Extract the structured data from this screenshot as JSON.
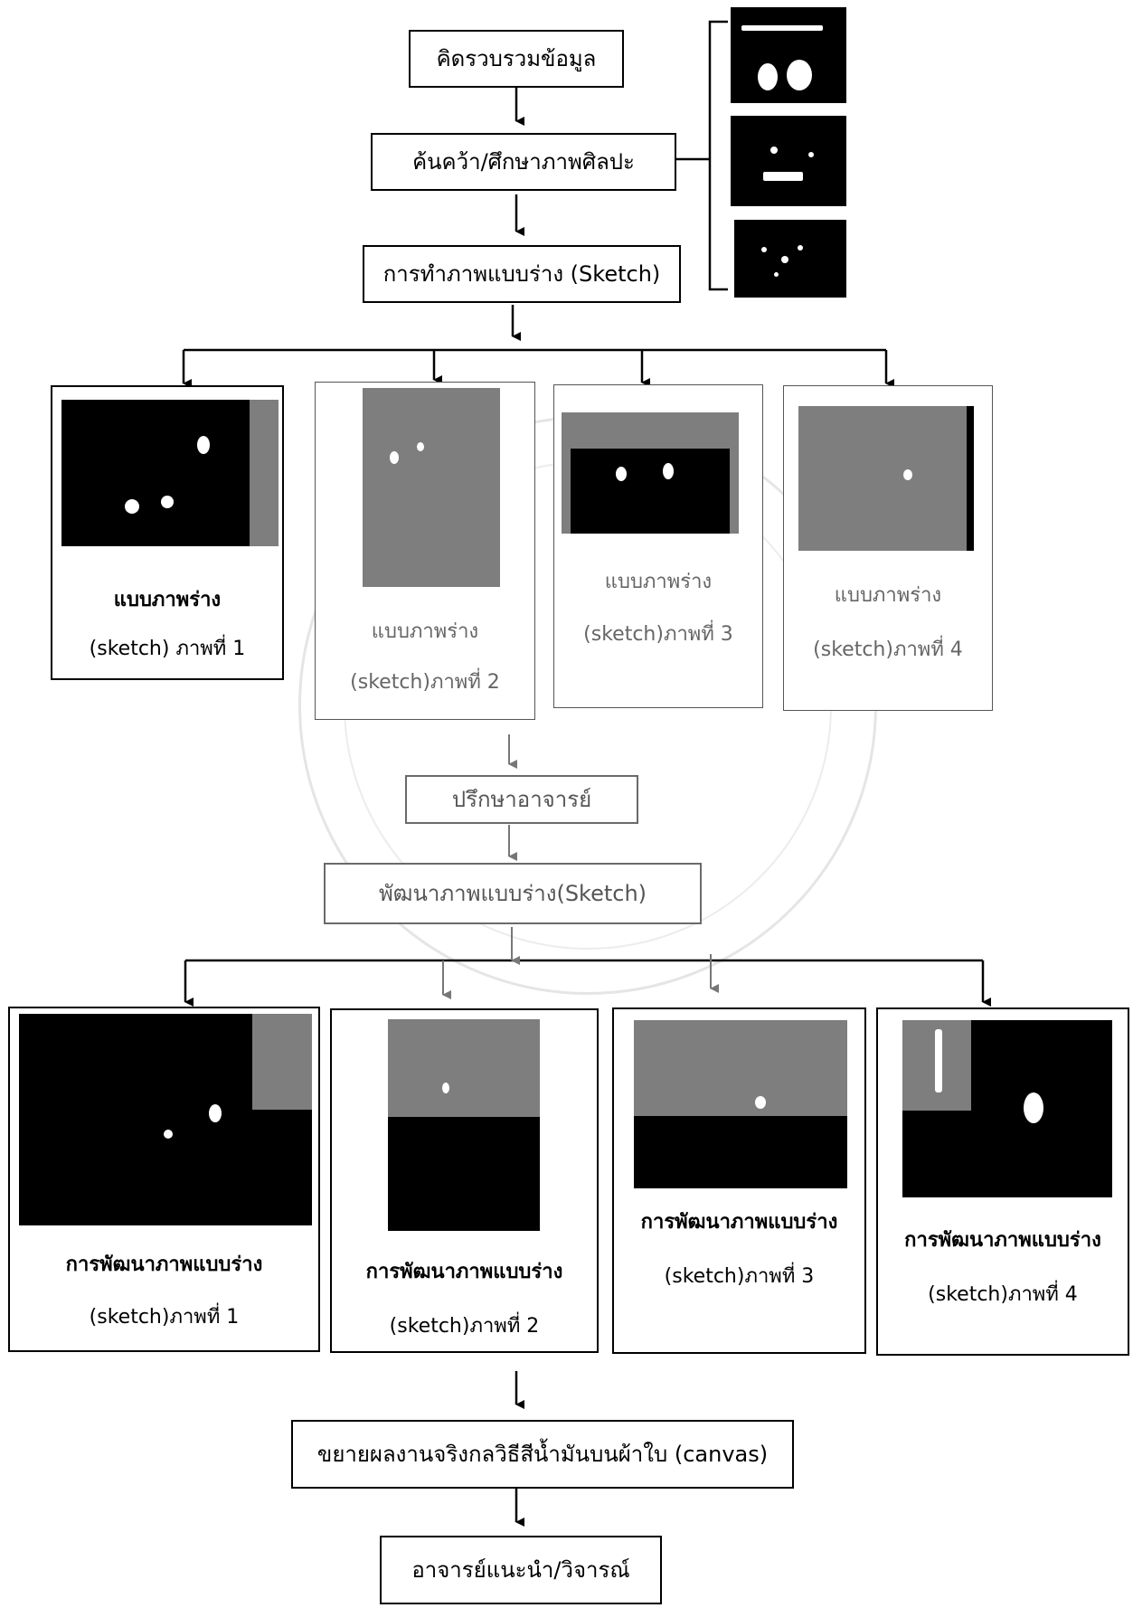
{
  "steps": {
    "collect": "คิดรวบรวมข้อมูล",
    "research": "ค้นคว้า/ศึกษาภาพศิลปะ",
    "sketch": "การทำภาพแบบร่าง (Sketch)",
    "consult": "ปรึกษาอาจารย์",
    "develop": "พัฒนาภาพแบบร่าง(Sketch)",
    "enlarge": "ขยายผลงานจริงกลวิธีสีน้ำมันบนผ้าใบ (canvas)",
    "critique": "อาจารย์แนะนำ/วิจารณ์"
  },
  "sketches": [
    {
      "line1": "แบบภาพร่าง",
      "line2": "(sketch) ภาพที่ 1"
    },
    {
      "line1": "แบบภาพร่าง",
      "line2": "(sketch)ภาพที่ 2"
    },
    {
      "line1": "แบบภาพร่าง",
      "line2": "(sketch)ภาพที่ 3"
    },
    {
      "line1": "แบบภาพร่าง",
      "line2": "(sketch)ภาพที่ 4"
    }
  ],
  "developed": [
    {
      "line1": "การพัฒนาภาพแบบร่าง",
      "line2": "(sketch)ภาพที่ 1"
    },
    {
      "line1": "การพัฒนาภาพแบบร่าง",
      "line2": "(sketch)ภาพที่ 2"
    },
    {
      "line1": "การพัฒนาภาพแบบร่าง",
      "line2": "(sketch)ภาพที่ 3"
    },
    {
      "line1": "การพัฒนาภาพแบบร่าง",
      "line2": "(sketch)ภาพที่ 4"
    }
  ]
}
